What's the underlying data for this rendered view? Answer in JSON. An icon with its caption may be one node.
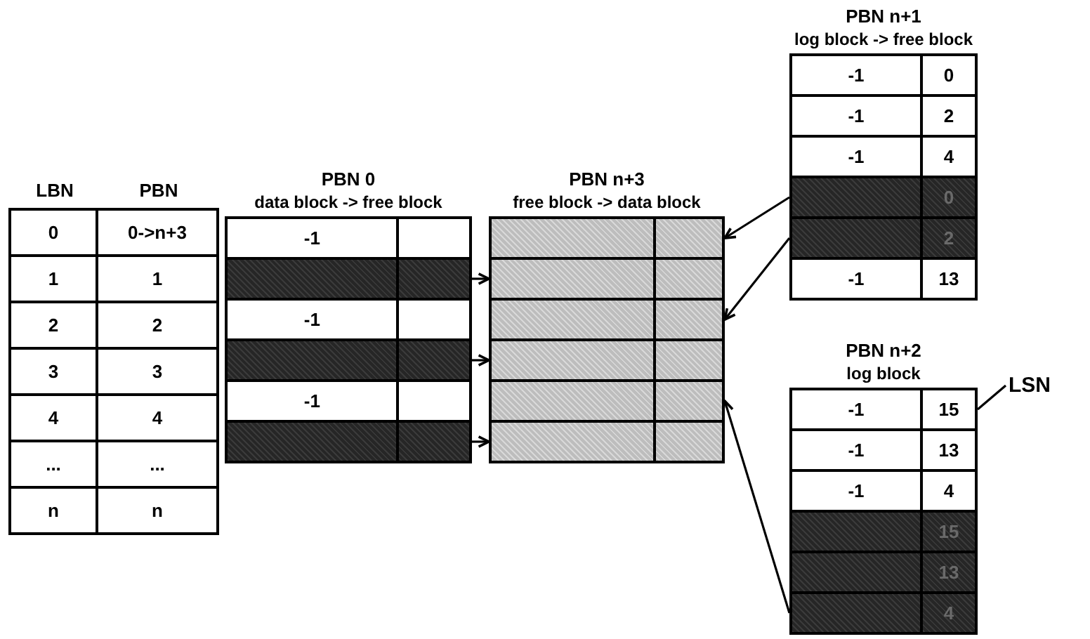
{
  "diagram": {
    "nodes": [
      {
        "text": [
          "PBN 0",
          "data block -> free block"
        ]
      },
      {
        "text": [
          "-1"
        ],
        "in": 0
      },
      {
        "text": [],
        "shape": "bar",
        "in": 0
      },
      {
        "text": [
          "-1"
        ],
        "in": 0
      },
      {
        "text": [],
        "shape": "bar",
        "in": 0
      },
      {
        "text": [
          "-1"
        ],
        "in": 0
      },
      {
        "text": [],
        "shape": "bar",
        "in": 0
      },
      {
        "text": [
          "PBN n+3",
          "free block -> data block"
        ]
      },
      {
        "text": [],
        "shape": "bar",
        "in": 7
      },
      {
        "text": [],
        "shape": "bar",
        "in": 7
      },
      {
        "text": [],
        "shape": "bar",
        "in": 7
      },
      {
        "text": [],
        "shape": "bar",
        "in": 7
      },
      {
        "text": [],
        "shape": "bar",
        "in": 7
      },
      {
        "text": [],
        "shape": "bar",
        "in": 7
      },
      {
        "text": [
          "PBN n+1",
          "log block -> free block"
        ]
      },
      {
        "text": [
          "-1",
          "0"
        ],
        "in": 14
      },
      {
        "text": [
          "-1",
          "2"
        ],
        "in": 14
      },
      {
        "text": [
          "-1",
          "4"
        ],
        "in": 14
      },
      {
        "text": [
          "0"
        ],
        "in": 14
      },
      {
        "text": [
          "2"
        ],
        "in": 14
      },
      {
        "text": [
          "-1",
          "13"
        ],
        "in": 14
      },
      {
        "text": [
          "PBN n+2",
          "log block"
        ]
      },
      {
        "text": [
          "-1",
          "15"
        ],
        "in": 21
      },
      {
        "text": [
          "-1",
          "13"
        ],
        "in": 21
      },
      {
        "text": [
          "-1",
          "4"
        ],
        "in": 21
      },
      {
        "text": [
          "15"
        ],
        "in": 21
      },
      {
        "text": [
          "13"
        ],
        "in": 21
      },
      {
        "text": [
          "4"
        ],
        "in": 21
      },
      {
        "text": [
          "LSN"
        ]
      }
    ],
    "edges": [
      {
        "from": 2,
        "to": 9,
        "arrow": "to"
      },
      {
        "from": 4,
        "to": 11,
        "arrow": "to"
      },
      {
        "from": 6,
        "to": 13,
        "arrow": "to"
      },
      {
        "from": 18,
        "to": 8,
        "arrow": "to"
      },
      {
        "from": 19,
        "to": 10,
        "arrow": "to"
      },
      {
        "from": 27,
        "to": 12,
        "arrow": "to"
      },
      {
        "from": 28,
        "to": 22,
        "arrow": "none"
      }
    ],
    "labels": [
      "LBN",
      "PBN",
      "0",
      "0->n+3",
      "1",
      "1",
      "2",
      "2",
      "3",
      "3",
      "4",
      "4",
      "...",
      "...",
      "n",
      "n"
    ]
  }
}
